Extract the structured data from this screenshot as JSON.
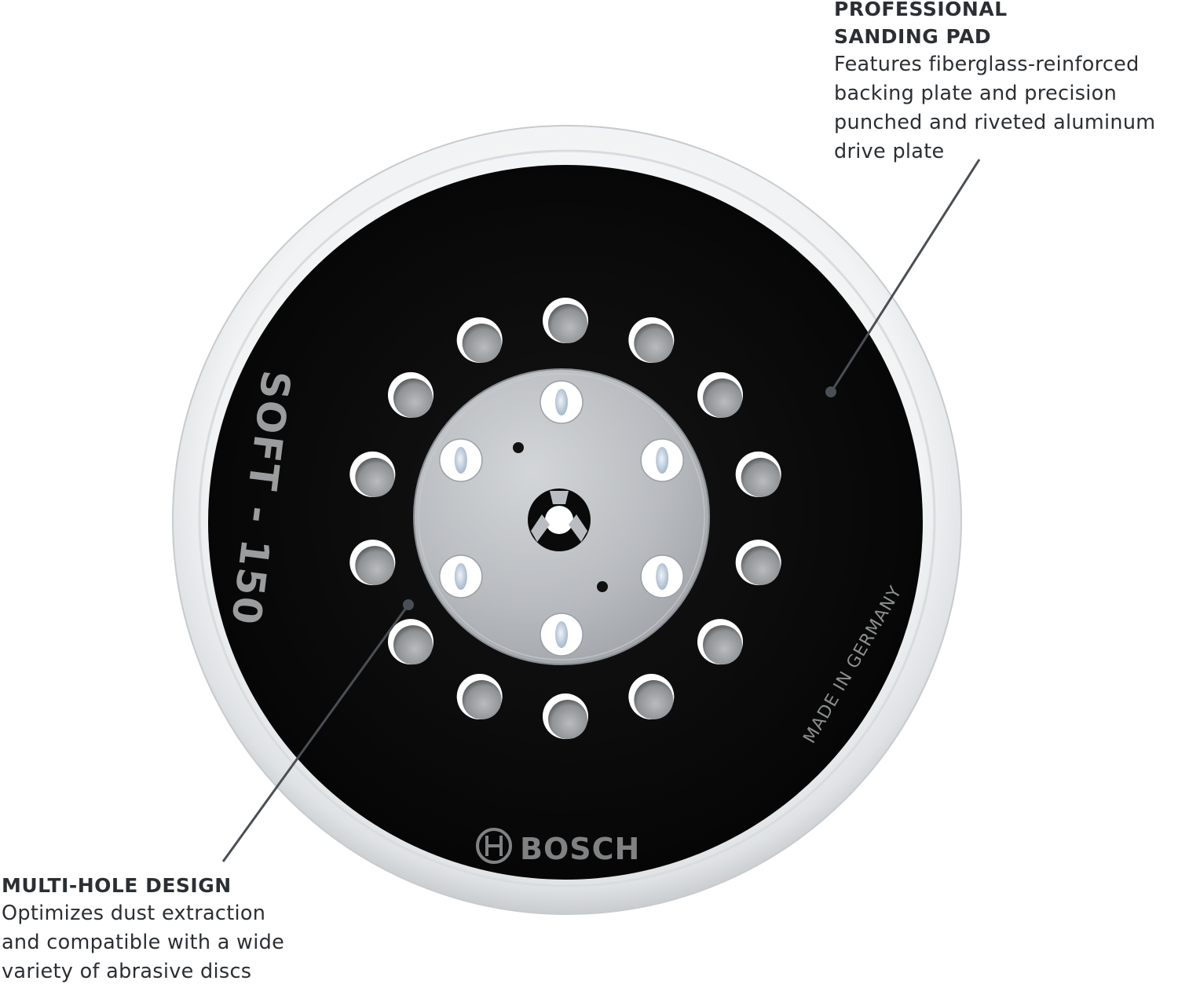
{
  "callouts": {
    "top": {
      "heading_lines": [
        "PROFESSIONAL",
        "SANDING PAD"
      ],
      "body_lines": [
        "Features fiberglass-reinforced",
        "backing plate and precision",
        "punched and riveted aluminum",
        "drive plate"
      ]
    },
    "bottom": {
      "heading_lines": [
        "MULTI-HOLE DESIGN"
      ],
      "body_lines": [
        "Optimizes dust extraction",
        "and compatible with a wide",
        "variety of abrasive discs"
      ]
    }
  },
  "pad_text": {
    "model": "SOFT - 150",
    "origin": "MADE IN GERMANY",
    "brand": "BOSCH"
  },
  "colors": {
    "pad_black": "#0b0b0c",
    "rim_white": "#eef0f1",
    "aluminum": "#b9bcc0",
    "leader_line": "#4a4f55",
    "text": "#2b2f33"
  }
}
